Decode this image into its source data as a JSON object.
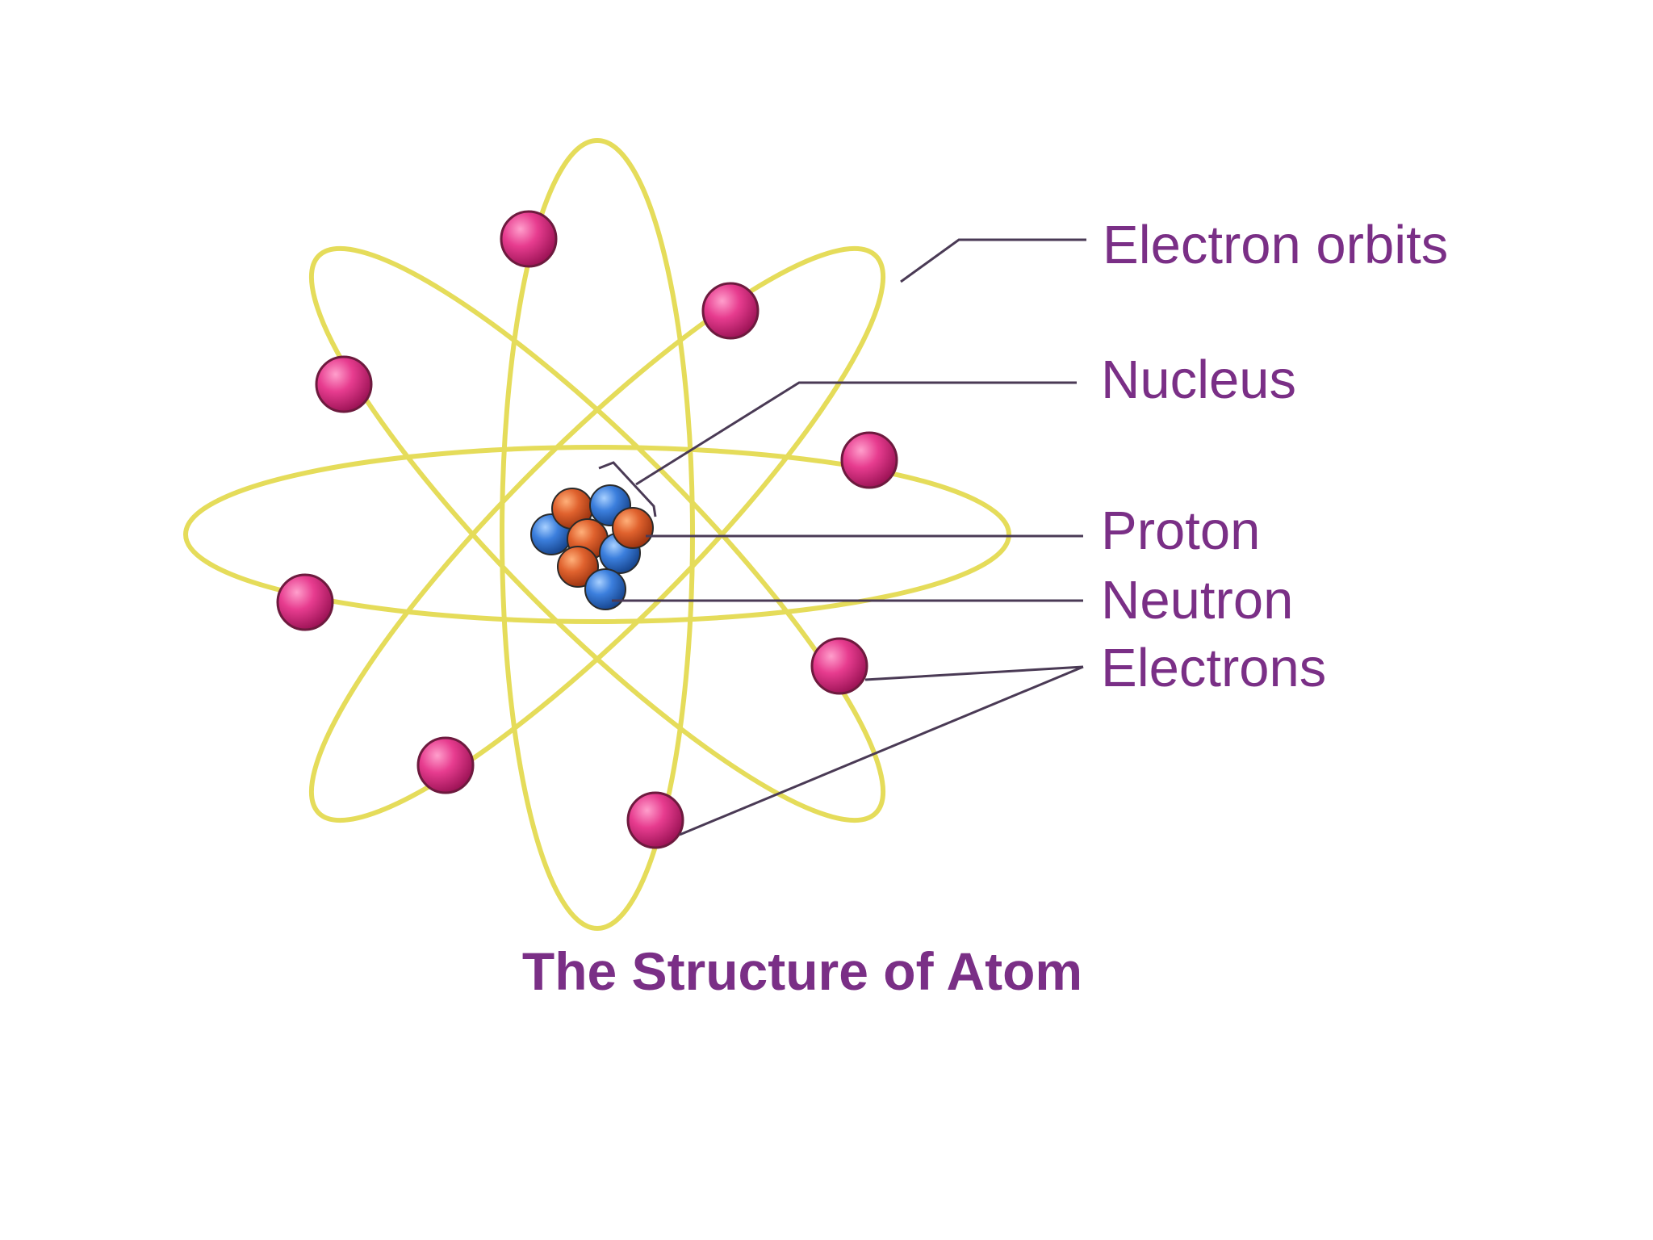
{
  "title": "The Structure of Atom",
  "labels": {
    "electron_orbits": "Electron orbits",
    "nucleus": "Nucleus",
    "proton": "Proton",
    "neutron": "Neutron",
    "electrons": "Electrons"
  },
  "colors": {
    "orbit": "#e5dc5a",
    "electron": "#e23d8f",
    "proton": "#e0622e",
    "neutron": "#3c7fdd",
    "label_text": "#7a2f86",
    "leader_line": "#4a3a55"
  },
  "icons": {
    "electron": "pink-sphere",
    "proton": "orange-sphere",
    "neutron": "blue-sphere"
  }
}
